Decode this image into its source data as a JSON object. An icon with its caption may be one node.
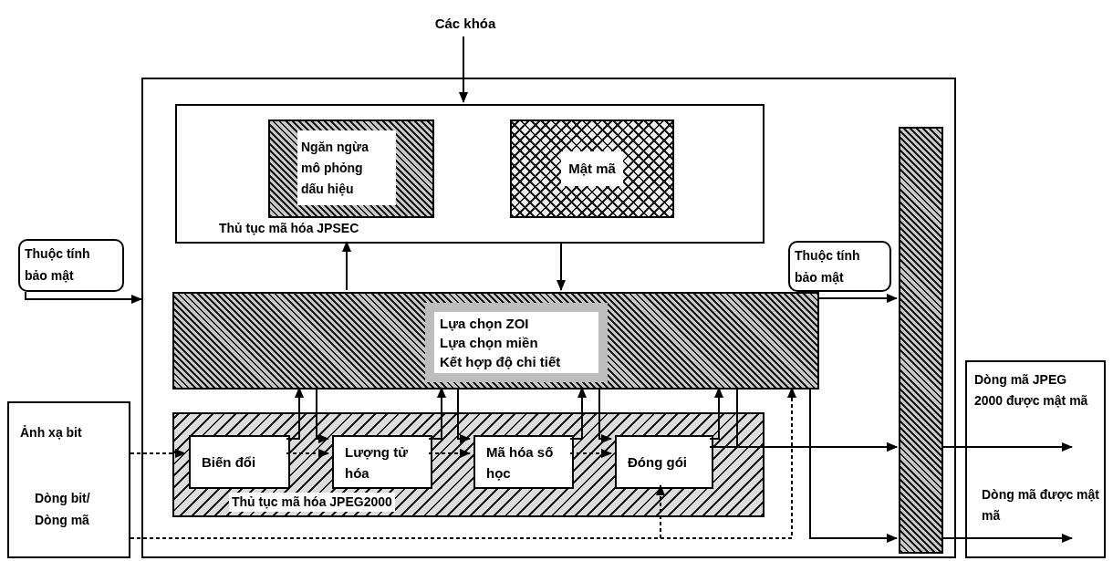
{
  "diagram": {
    "nodes": [
      {
        "text": [
          "Các khóa"
        ]
      },
      {
        "text": [],
        "shape": "box"
      },
      {
        "text": [
          "Thủ tục mã hóa JPSEC"
        ],
        "in": 1
      },
      {
        "text": [
          "Ngăn ngừa mô phỏng dấu hiệu"
        ],
        "in": 2
      },
      {
        "text": [
          "Mật mã"
        ],
        "in": 2
      },
      {
        "text": [
          "Thuộc tính bảo mật"
        ]
      },
      {
        "text": [
          "Lựa chọn ZOI",
          "Lựa chọn miền",
          "Kết hợp độ chi tiết"
        ],
        "in": 1
      },
      {
        "text": [
          "Thuộc tính bảo mật"
        ],
        "in": 1
      },
      {
        "text": [],
        "shape": "bar",
        "in": 1
      },
      {
        "text": [
          "Ảnh xạ bit",
          "Dòng bit/ Dòng mã"
        ]
      },
      {
        "text": [
          "Thủ tục mã hóa JPEG2000"
        ],
        "in": 1
      },
      {
        "text": [
          "Biến đổi"
        ],
        "in": 10
      },
      {
        "text": [
          "Lượng tử hóa"
        ],
        "in": 10
      },
      {
        "text": [
          "Mã hóa số học"
        ],
        "in": 10
      },
      {
        "text": [
          "Đóng gói"
        ],
        "in": 10
      },
      {
        "text": [
          "Dòng mã JPEG 2000 được mật mã",
          "Dòng mã được mật mã"
        ]
      }
    ],
    "edges": [
      {
        "from": 0,
        "to": 2,
        "arrow": "to"
      },
      {
        "from": 6,
        "to": 2,
        "arrow": "to"
      },
      {
        "from": 2,
        "to": 6,
        "arrow": "to"
      },
      {
        "from": 5,
        "to": 1,
        "arrow": "to"
      },
      {
        "from": 6,
        "to": 8,
        "arrow": "to"
      },
      {
        "from": 11,
        "to": 6,
        "arrow": "to"
      },
      {
        "from": 6,
        "to": 12,
        "arrow": "to"
      },
      {
        "from": 12,
        "to": 6,
        "arrow": "to"
      },
      {
        "from": 6,
        "to": 13,
        "arrow": "to"
      },
      {
        "from": 13,
        "to": 6,
        "arrow": "to"
      },
      {
        "from": 6,
        "to": 14,
        "arrow": "to"
      },
      {
        "from": 14,
        "to": 6,
        "arrow": "to"
      },
      {
        "from": 6,
        "to": 8,
        "arrow": "to"
      },
      {
        "from": 14,
        "to": 8,
        "arrow": "to"
      },
      {
        "from": 9,
        "to": 11,
        "arrow": "to",
        "style": "dashed"
      },
      {
        "from": 11,
        "to": 12,
        "arrow": "to",
        "style": "dashed"
      },
      {
        "from": 12,
        "to": 13,
        "arrow": "to",
        "style": "dashed"
      },
      {
        "from": 13,
        "to": 14,
        "arrow": "to",
        "style": "dashed"
      },
      {
        "from": 9,
        "to": 14,
        "arrow": "to",
        "style": "dashed"
      },
      {
        "from": 9,
        "to": 6,
        "arrow": "to",
        "style": "dashed"
      },
      {
        "from": 6,
        "to": 8,
        "arrow": "to"
      },
      {
        "from": 8,
        "to": 15,
        "arrow": "to"
      },
      {
        "from": 8,
        "to": 15,
        "arrow": "to"
      }
    ]
  }
}
